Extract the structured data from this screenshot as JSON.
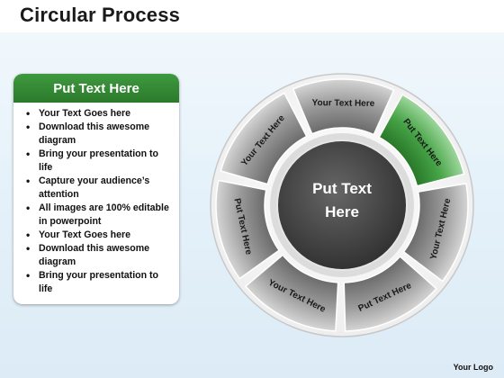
{
  "title": "Circular Process",
  "panel": {
    "header": "Put Text Here",
    "items": [
      "Your Text Goes here",
      "Download this awesome diagram",
      "Bring your presentation to life",
      "Capture your audience’s attention",
      "All images are 100% editable in powerpoint",
      "Your Text Goes here",
      "Download this awesome diagram",
      "Bring your presentation to life"
    ]
  },
  "cycle": {
    "center_lines": [
      "Put Text",
      "Here"
    ],
    "segments": [
      {
        "label": "Your Text Here",
        "highlight": false
      },
      {
        "label": "Put Text Here",
        "highlight": true
      },
      {
        "label": "Your Text Here",
        "highlight": false
      },
      {
        "label": "Put Text Here",
        "highlight": false
      },
      {
        "label": "Your Text Here",
        "highlight": false
      },
      {
        "label": "Put Text Here",
        "highlight": false
      },
      {
        "label": "Your Text Here",
        "highlight": false
      }
    ]
  },
  "logo": "Your Logo",
  "colors": {
    "accent_green": "#3a963a",
    "segment_gray": "#8c8c8c"
  }
}
